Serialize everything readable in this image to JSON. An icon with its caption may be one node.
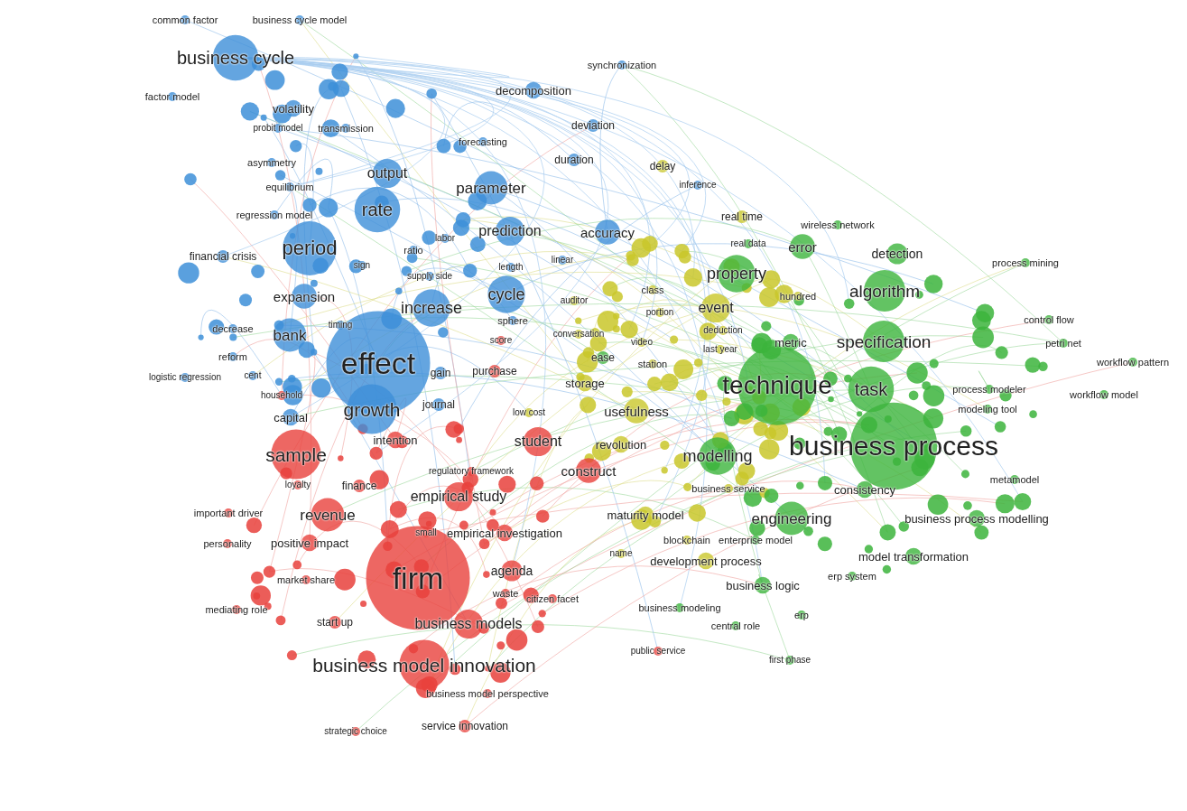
{
  "diagram": {
    "labels": [
      "common factor",
      "business cycle model",
      "business cycle",
      "synchronization",
      "factor model",
      "decomposition",
      "volatility",
      "probit model",
      "transmission",
      "deviation",
      "forecasting",
      "asymmetry",
      "duration",
      "delay",
      "output",
      "equilibrium",
      "parameter",
      "inference",
      "regression model",
      "rate",
      "real time",
      "wireless network",
      "labor",
      "prediction",
      "accuracy",
      "period",
      "ratio",
      "financial crisis",
      "sign",
      "supply side",
      "length",
      "linear",
      "real data",
      "error",
      "detection",
      "process mining",
      "property",
      "expansion",
      "cycle",
      "increase",
      "auditor",
      "class",
      "hundred",
      "algorithm",
      "sphere",
      "portion",
      "event",
      "control flow",
      "decrease",
      "timing",
      "bank",
      "conversation",
      "video",
      "deduction",
      "metric",
      "specification",
      "score",
      "last year",
      "petri net",
      "reform",
      "effect",
      "gain",
      "purchase",
      "ease",
      "station",
      "workflow pattern",
      "logistic regression",
      "cent",
      "household",
      "journal",
      "storage",
      "technique",
      "task",
      "process modeler",
      "workflow model",
      "capital",
      "growth",
      "low cost",
      "usefulness",
      "modeling tool",
      "intention",
      "student",
      "revolution",
      "sample",
      "business process",
      "modelling",
      "regulatory framework",
      "construct",
      "loyalty",
      "finance",
      "metamodel",
      "empirical study",
      "business service",
      "consistency",
      "important driver",
      "revenue",
      "maturity model",
      "engineering",
      "positive impact",
      "small",
      "empirical investigation",
      "business process modelling",
      "personality",
      "blockchain",
      "enterprise model",
      "model transformation",
      "name",
      "market share",
      "firm",
      "agenda",
      "development process",
      "erp system",
      "business logic",
      "waste",
      "citizen facet",
      "mediating role",
      "start up",
      "business models",
      "business modeling",
      "central role",
      "erp",
      "public service",
      "first phase",
      "business model innovation",
      "business model perspective",
      "service innovation",
      "strategic choice"
    ]
  }
}
